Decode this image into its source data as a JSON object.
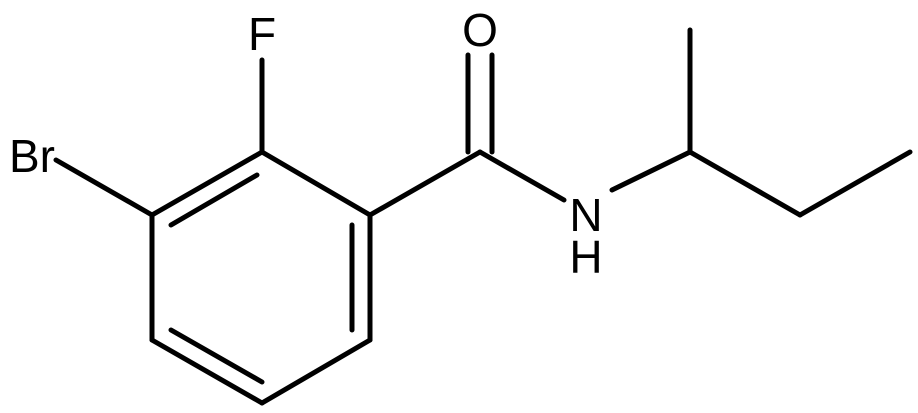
{
  "molecule": {
    "atoms": {
      "bromine": "Br",
      "fluorine": "F",
      "oxygen": "O",
      "nitrogen": "N",
      "hydrogen": "H"
    },
    "colors": {
      "bond": "#000000",
      "label": "#000000",
      "background": "#ffffff"
    }
  }
}
